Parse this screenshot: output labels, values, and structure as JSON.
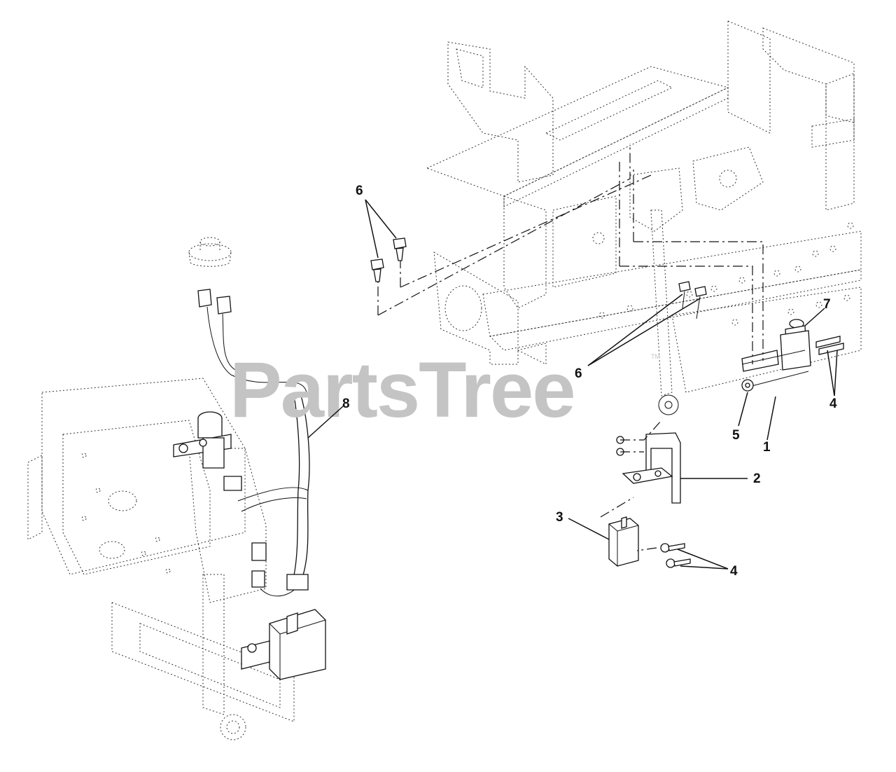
{
  "watermark": {
    "text": "PartsTree",
    "mark": "TM"
  },
  "callouts": {
    "part_1": "1",
    "part_2": "2",
    "part_3": "3",
    "part_4_upper": "4",
    "part_4_lower": "4",
    "part_5": "5",
    "part_6_left": "6",
    "part_6_center": "6",
    "part_7": "7",
    "part_8": "8"
  }
}
